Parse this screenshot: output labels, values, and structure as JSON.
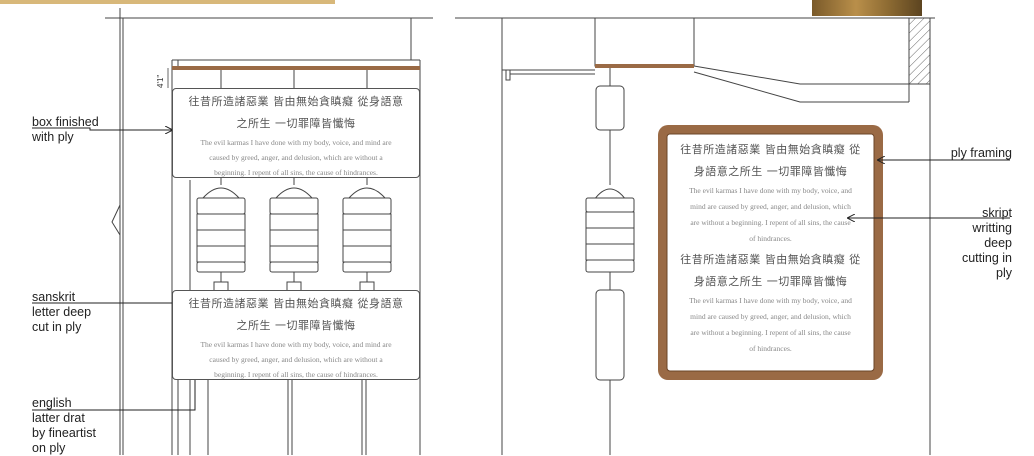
{
  "drawing": {
    "dimension": "4'1\"",
    "panel_text": {
      "chinese_line1": "往昔所造諸惡業 皆由無始貪瞋癡 從身語意",
      "chinese_line2": "之所生 一切罪障皆懺悔",
      "english_line1": "The evil karmas I have done with my body, voice, and mind are",
      "english_line2": "caused by greed, anger, and delusion, which are without a",
      "english_line3": "beginning. I repent of all sins, the cause of hindrances."
    },
    "framed_panel_text": {
      "chinese_line1": "往昔所造諸惡業 皆由無始貪瞋癡 從",
      "chinese_line2": "身語意之所生 一切罪障皆懺悔",
      "english_line1": "The evil karmas I have done with my body, voice, and",
      "english_line2": "mind are caused by greed, anger, and delusion, which",
      "english_line3": "are without a beginning. I repent of all sins, the cause",
      "english_line4": "of hindrances."
    },
    "annotations": {
      "box_finished": "box finished\nwith ply",
      "sanskrit": "sanskrit\nletter deep\ncut in ply",
      "english": "english\nlatter drat\nby fineartist\non ply",
      "ply_framing": "ply framing",
      "skript": "skript\nwritting\ndeep\ncutting in\nply"
    },
    "colors": {
      "frame": "#9a6a45",
      "ink": "#333333"
    }
  }
}
